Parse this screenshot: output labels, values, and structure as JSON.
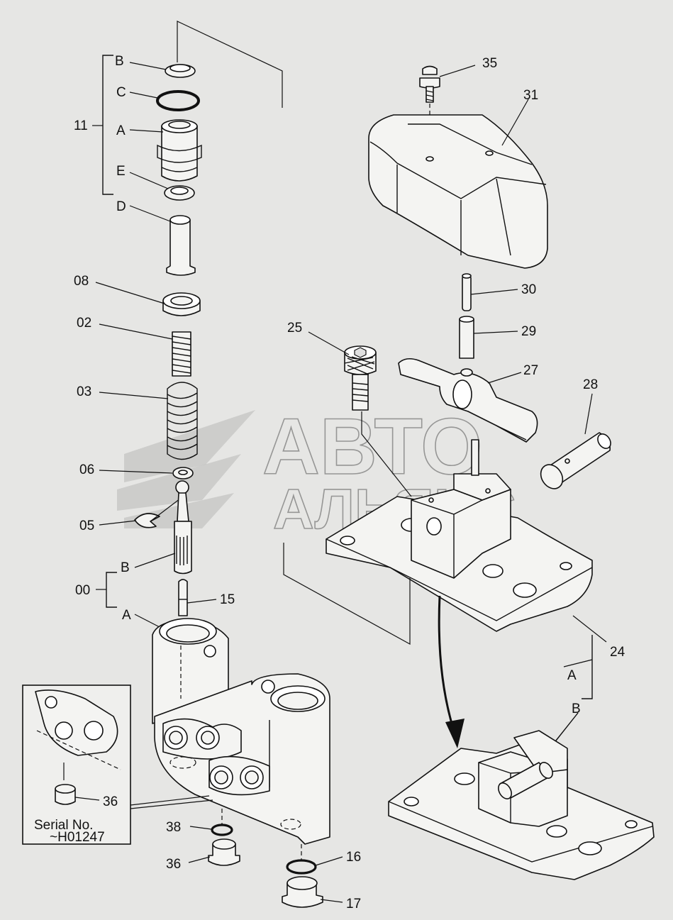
{
  "labels": {
    "l11": "11",
    "l11_B": "B",
    "l11_C": "C",
    "l11_A": "A",
    "l11_E": "E",
    "l11_D": "D",
    "l08": "08",
    "l02": "02",
    "l03": "03",
    "l06": "06",
    "l05": "05",
    "l00": "00",
    "l00_B": "B",
    "l00_A": "A",
    "l15": "15",
    "l35": "35",
    "l31": "31",
    "l30": "30",
    "l29": "29",
    "l25": "25",
    "l27": "27",
    "l28": "28",
    "l24": "24",
    "l24_A": "A",
    "l24_B": "B",
    "l36a": "36",
    "l38": "38",
    "l36b": "36",
    "l16": "16",
    "l17": "17"
  },
  "inset": {
    "serial_line1": "Serial No.",
    "serial_line2": "~H01247"
  },
  "watermark": {
    "line1": "АВТО",
    "line2": "АЛЬЯНС"
  }
}
